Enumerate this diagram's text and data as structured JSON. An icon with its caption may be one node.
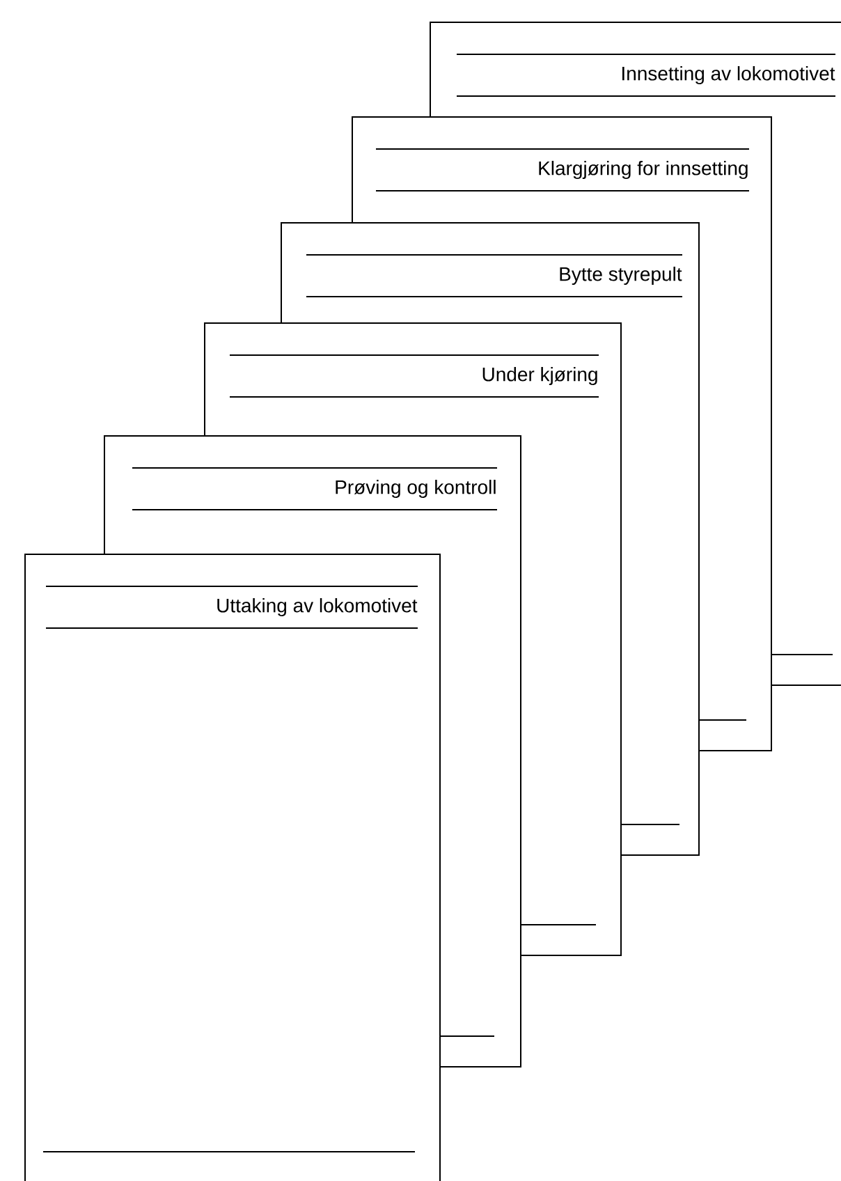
{
  "diagram": {
    "nodes": [
      {
        "text": [
          "Innsetting av lokomotivet"
        ]
      },
      {
        "text": [
          "Klargjøring for innsetting"
        ]
      },
      {
        "text": [
          "Bytte styrepult"
        ]
      },
      {
        "text": [
          "Under kjøring"
        ]
      },
      {
        "text": [
          "Prøving og kontroll"
        ]
      },
      {
        "text": [
          "Uttaking av lokomotivet"
        ]
      }
    ]
  }
}
